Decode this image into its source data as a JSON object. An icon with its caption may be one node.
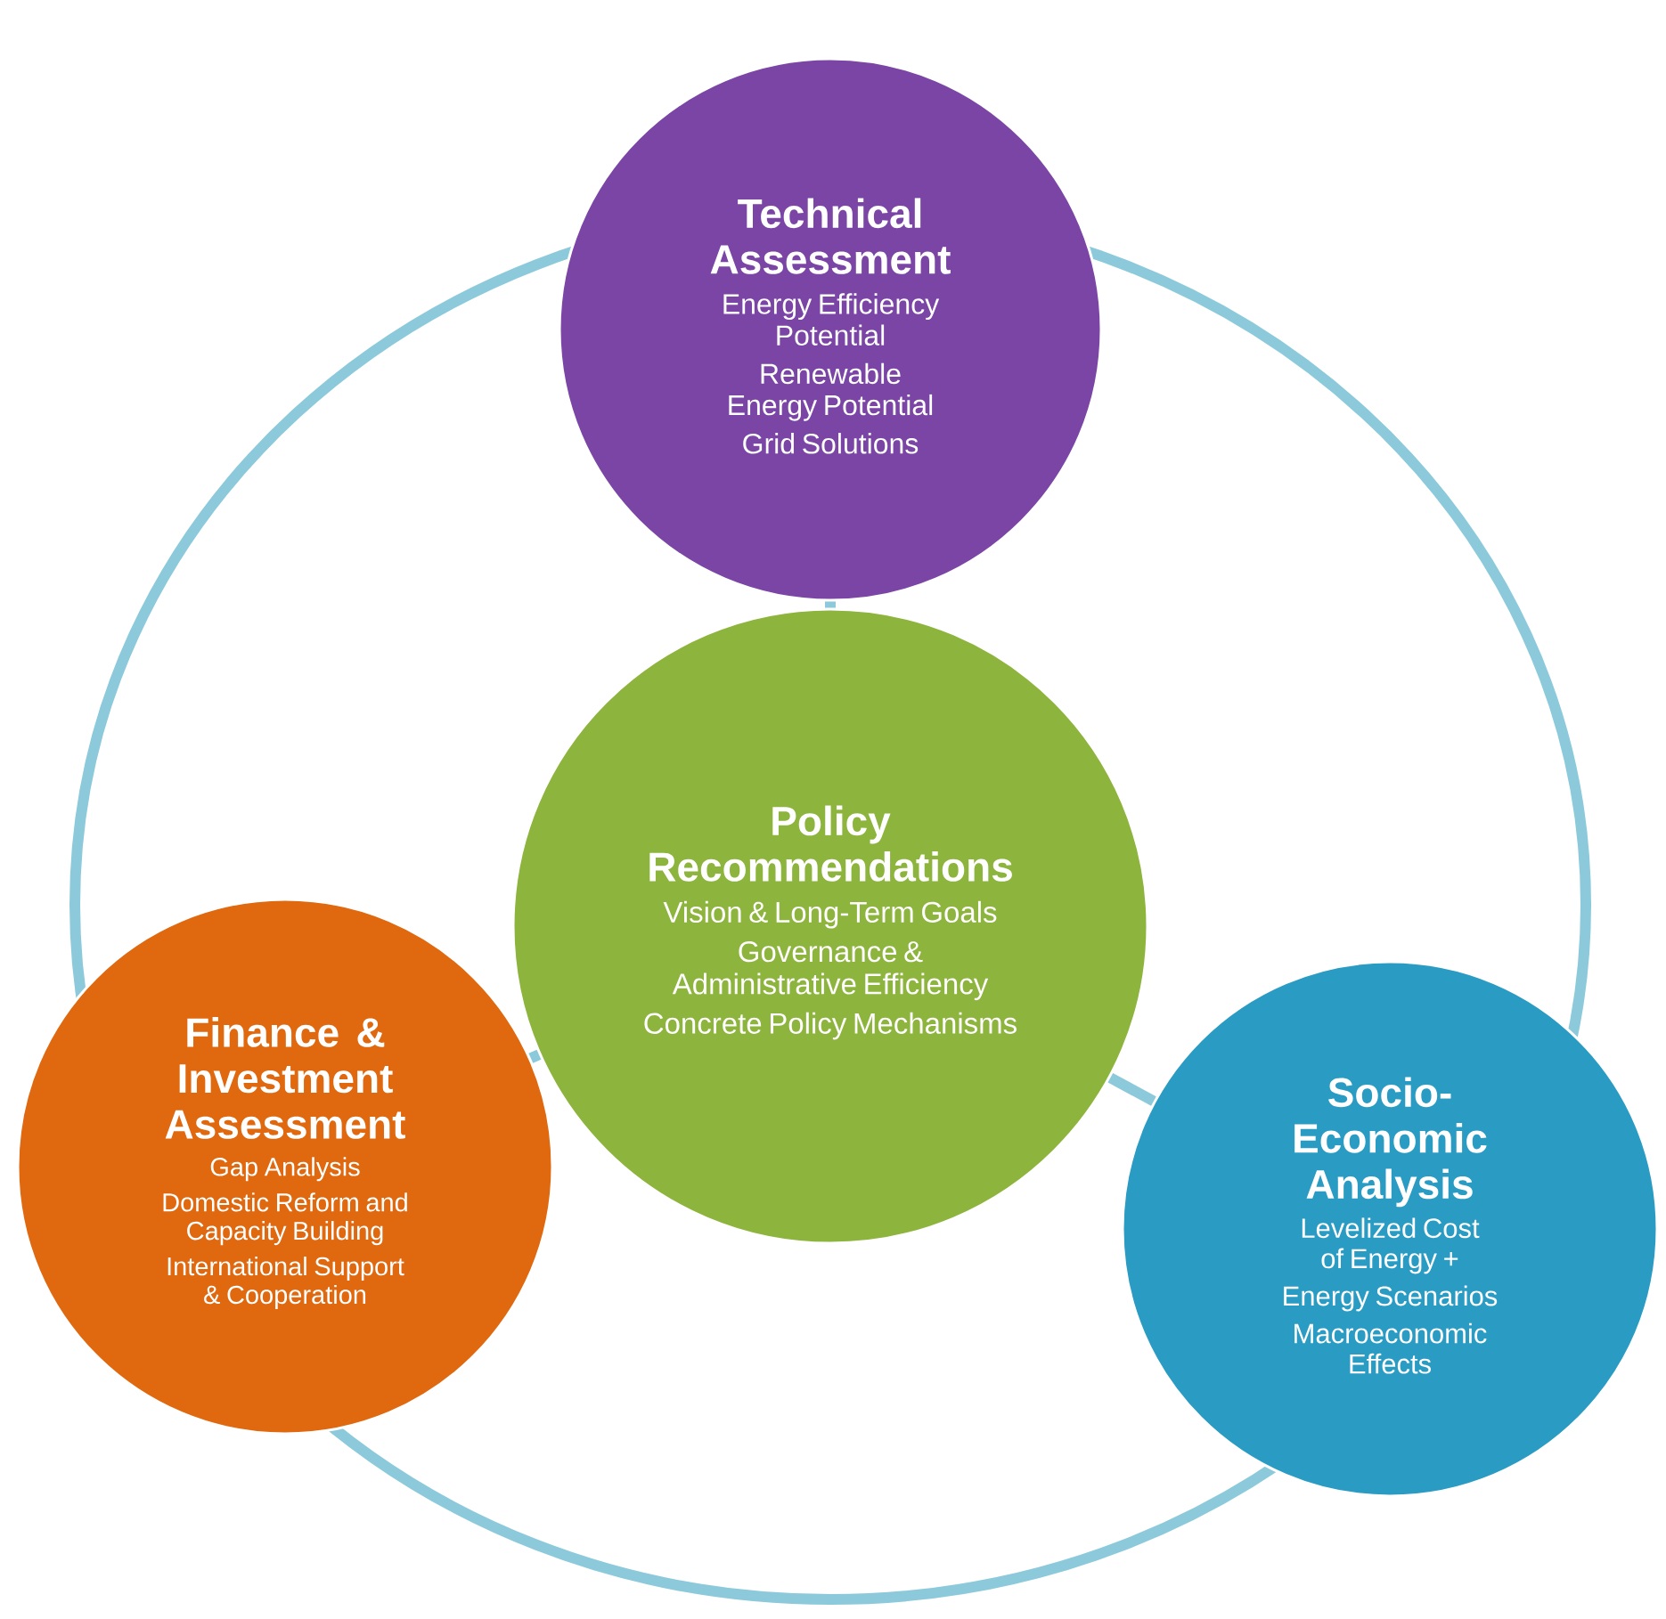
{
  "diagram": {
    "nodes": [
      {
        "text": [
          "Technical Assessment",
          "Energy Efficiency Potential",
          "Renewable Energy Potential",
          "Grid Solutions"
        ]
      },
      {
        "text": [
          "Policy Recommendations",
          "Vision & Long-Term Goals",
          "Governance & Administrative Efficiency",
          "Concrete Policy Mechanisms"
        ]
      },
      {
        "text": [
          "Finance & Investment Assessment",
          "Gap Analysis",
          "Domestic Reform and Capacity Building",
          "International Support & Cooperation"
        ]
      },
      {
        "text": [
          "Socio-Economic Analysis",
          "Levelized Cost of Energy +",
          "Energy Scenarios",
          "Macroeconomic Effects"
        ]
      }
    ],
    "edges": [
      {
        "from": 1,
        "to": 0,
        "arrow": "none"
      },
      {
        "from": 1,
        "to": 2,
        "arrow": "none"
      },
      {
        "from": 1,
        "to": 3,
        "arrow": "none"
      }
    ]
  }
}
